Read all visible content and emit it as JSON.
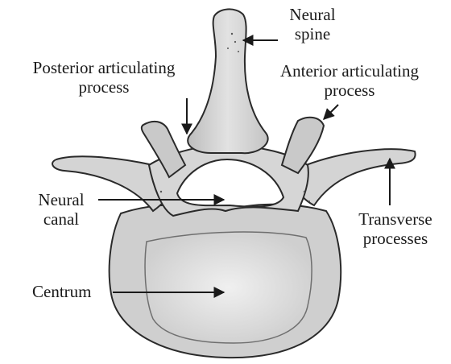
{
  "labels": {
    "neural_spine": [
      "Neural",
      "spine"
    ],
    "posterior_articulating_process": [
      "Posterior articulating",
      "process"
    ],
    "anterior_articulating_process": [
      "Anterior articulating",
      "process"
    ],
    "neural_canal": [
      "Neural",
      "canal"
    ],
    "transverse_processes": [
      "Transverse",
      "processes"
    ],
    "centrum": "Centrum"
  },
  "colors": {
    "bone_fill": "#d9d9d9",
    "bone_shade": "#b3b3b3",
    "centrum_inner": "#e8e8e8",
    "outline": "#2a2a2a",
    "arrow": "#1a1a1a",
    "text": "#1a1a1a"
  }
}
